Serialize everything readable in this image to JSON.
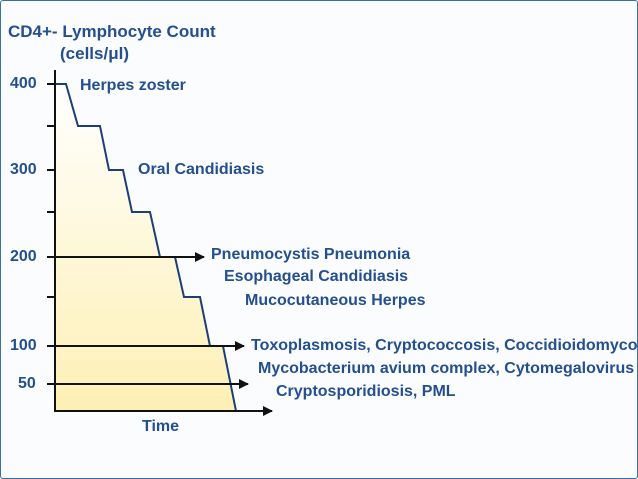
{
  "title": {
    "line1": "CD4+- Lymphocyte Count",
    "line2": "(cells/μl)"
  },
  "axis": {
    "x_label": "Time",
    "y_ticks": [
      "400",
      "300",
      "200",
      "100",
      "50"
    ]
  },
  "annotations": {
    "herpes_zoster": "Herpes zoster",
    "oral_candidiasis": "Oral Candidiasis",
    "pneumocystis": "Pneumocystis  Pneumonia",
    "esophageal": "Esophageal Candidiasis",
    "mucocutaneous": "Mucocutaneous Herpes",
    "toxoplasmosis": "Toxoplasmosis, Cryptococcosis, Coccidioidomycosis",
    "mycobacterium": "Mycobacterium avium complex, Cytomegalovirus",
    "cryptosporidiosis": "Cryptosporidiosis, PML"
  },
  "colors": {
    "text": "#244f8f",
    "line": "#1c3f78",
    "fill_top": "#ffffff",
    "fill_bottom": "#fdf0b4",
    "frame": "#3c6fa8"
  }
}
